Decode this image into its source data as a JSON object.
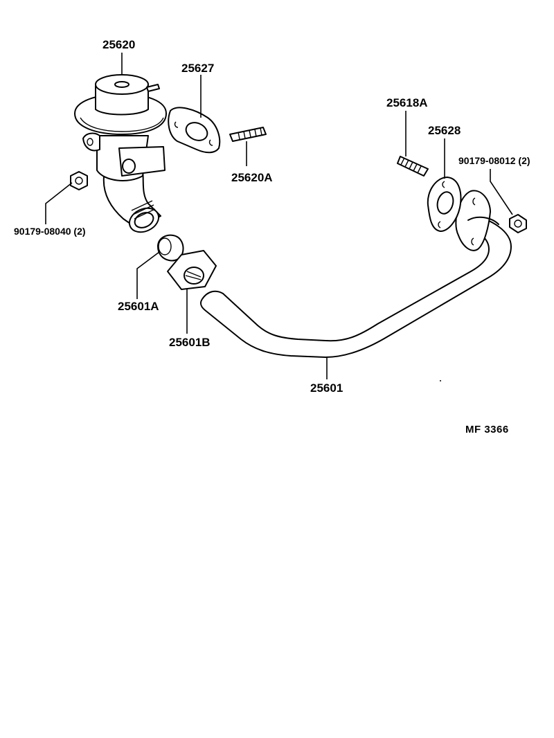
{
  "labels": {
    "egr_valve": "25620",
    "gasket_valve": "25627",
    "stud_valve": "25620A",
    "stud_pipe": "25618A",
    "gasket_pipe": "25628",
    "nut_pipe": "90179-08012 (2)",
    "nut_valve": "90179-08040 (2)",
    "union": "25601A",
    "union_nut": "25601B",
    "pipe": "25601",
    "figure_ref": "MF  3366"
  },
  "colors": {
    "ink": "#000000",
    "background": "#ffffff"
  }
}
